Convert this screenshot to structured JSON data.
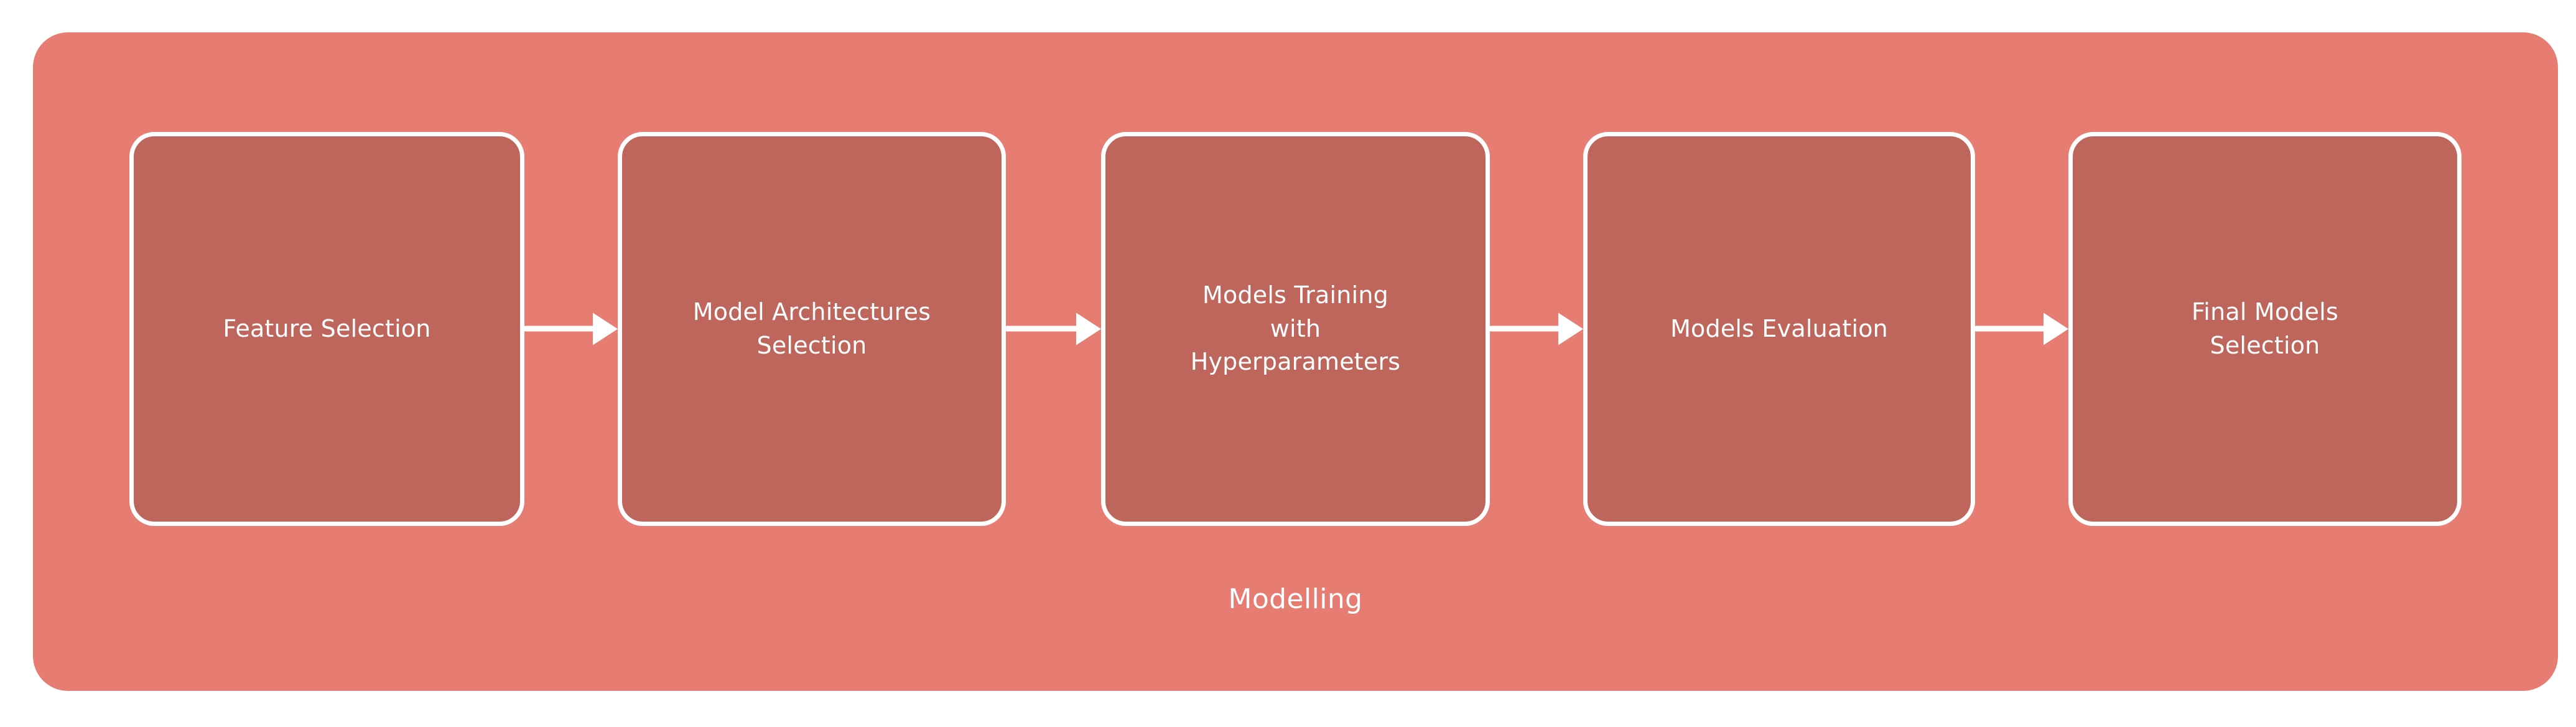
{
  "diagram": {
    "title": "Modelling",
    "colors": {
      "container_fill": "#E67C72",
      "node_fill": "#BE655C",
      "node_border": "#FFFFFF",
      "text": "#FFFFFF",
      "arrow": "#FFFFFF",
      "page_background": "#FFFFFF"
    },
    "nodes": [
      {
        "id": "feature-selection",
        "label": "Feature Selection"
      },
      {
        "id": "model-architectures",
        "label": "Model Architectures\nSelection"
      },
      {
        "id": "models-training",
        "label": "Models Training\nwith\nHyperparameters"
      },
      {
        "id": "models-evaluation",
        "label": "Models Evaluation"
      },
      {
        "id": "final-models-selection",
        "label": "Final Models\nSelection"
      }
    ],
    "arrows": [
      {
        "id": "arrow-1",
        "from": "feature-selection",
        "to": "model-architectures",
        "direction": "right"
      },
      {
        "id": "arrow-2",
        "from": "model-architectures",
        "to": "models-training",
        "direction": "right"
      },
      {
        "id": "arrow-3",
        "from": "models-training",
        "to": "models-evaluation",
        "direction": "right"
      },
      {
        "id": "arrow-4",
        "from": "models-evaluation",
        "to": "final-models-selection",
        "direction": "right"
      }
    ]
  }
}
